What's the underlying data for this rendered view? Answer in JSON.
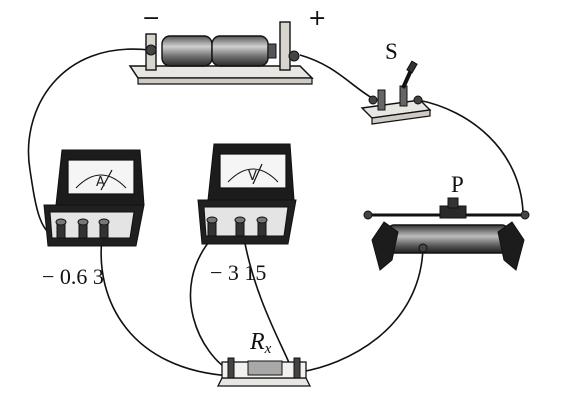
{
  "labels": {
    "battery_negative": "−",
    "battery_positive": "+",
    "switch": "S",
    "slider": "P",
    "ammeter_terminals": "− 0.6 3",
    "voltmeter_terminals": "− 3 15",
    "resistor_main": "R",
    "resistor_sub": "x"
  },
  "meter_symbols": {
    "ammeter": "A",
    "voltmeter": "V"
  },
  "colors": {
    "ink": "#111111",
    "meter_body": "#1c1c1c",
    "meter_panel": "#f0f0f0",
    "wood": "#e9e6e0",
    "resistor_fill": "#a8a8a8"
  }
}
